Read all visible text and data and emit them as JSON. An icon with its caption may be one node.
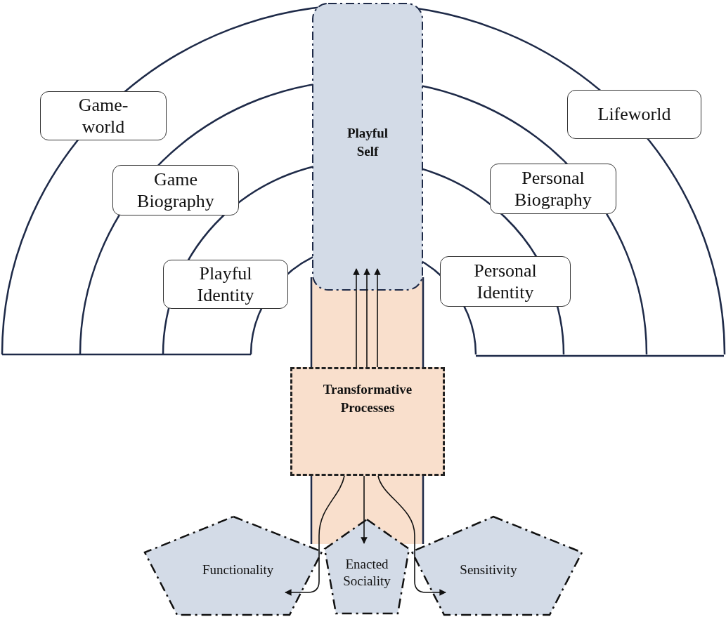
{
  "diagram": {
    "nodes": [
      {
        "text": [
          "Playful Self"
        ]
      },
      {
        "text": [
          "Game- world"
        ]
      },
      {
        "text": [
          "Lifeworld"
        ]
      },
      {
        "text": [
          "Game Biography"
        ]
      },
      {
        "text": [
          "Personal Biography"
        ]
      },
      {
        "text": [
          "Playful Identity"
        ]
      },
      {
        "text": [
          "Personal Identity"
        ]
      },
      {
        "text": [
          "Transformative Processes"
        ]
      },
      {
        "text": [
          "Functionality"
        ]
      },
      {
        "text": [
          "Enacted Sociality"
        ]
      },
      {
        "text": [
          "Sensitivity"
        ]
      }
    ],
    "edges": [
      {
        "from": 7,
        "to": 0,
        "arrow": "to"
      },
      {
        "from": 7,
        "to": 0,
        "arrow": "to"
      },
      {
        "from": 7,
        "to": 0,
        "arrow": "to"
      },
      {
        "from": 7,
        "to": 8,
        "arrow": "to"
      },
      {
        "from": 7,
        "to": 9,
        "arrow": "to"
      },
      {
        "from": 7,
        "to": 10,
        "arrow": "to"
      }
    ]
  }
}
